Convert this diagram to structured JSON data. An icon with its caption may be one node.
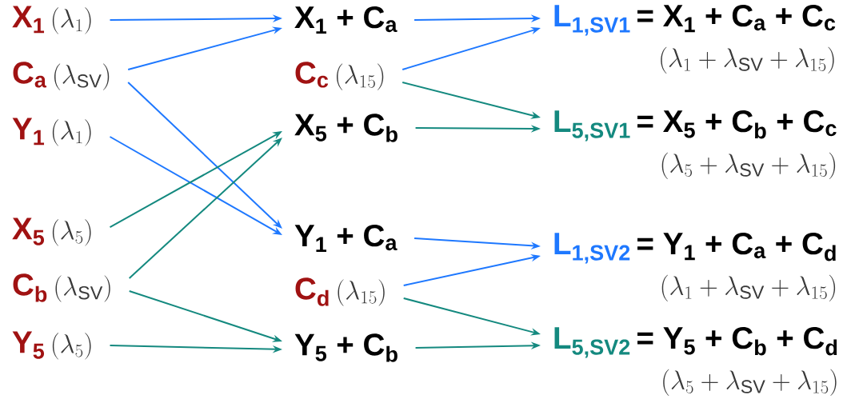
{
  "diagram": {
    "nodes": [
      {
        "text": [
          "X$_{1}$",
          "(\\lambda_{1})"
        ]
      },
      {
        "text": [
          "C$_{a}$",
          "(\\lambda_{\\mathrm{SV}})"
        ]
      },
      {
        "text": [
          "Y$_{1}$",
          "(\\lambda_{1})"
        ]
      },
      {
        "text": [
          "X$_{5}$",
          "(\\lambda_{5})"
        ]
      },
      {
        "text": [
          "C$_{b}$",
          "(\\lambda_{\\mathrm{SV}})"
        ]
      },
      {
        "text": [
          "Y$_{5}$",
          "(\\lambda_{5})"
        ]
      },
      {
        "text": [
          "X$_{1}$ + C$_{a}$"
        ]
      },
      {
        "text": [
          "C$_{c}$",
          "(\\lambda_{15})"
        ]
      },
      {
        "text": [
          "X$_{5}$ + C$_{b}$"
        ]
      },
      {
        "text": [
          "Y$_{1}$ + C$_{a}$"
        ]
      },
      {
        "text": [
          "C$_{d}$",
          "(\\lambda_{15})"
        ]
      },
      {
        "text": [
          "Y$_{5}$ + C$_{b}$"
        ]
      },
      {
        "text": [
          "L$_{1,SV1}$",
          "= X$_{1}$ + C$_{a}$ + C$_{c}$",
          "(\\lambda_{1}+\\lambda_{\\mathrm{SV}}+\\lambda_{15})"
        ]
      },
      {
        "text": [
          "L$_{5,SV1}$",
          "= X$_{5}$ + C$_{b}$ + C$_{c}$",
          "(\\lambda_{5}+\\lambda_{\\mathrm{SV}}+\\lambda_{15})"
        ]
      },
      {
        "text": [
          "L$_{1,SV2}$",
          "= Y$_{1}$ + C$_{a}$ + C$_{d}$",
          "(\\lambda_{1}+\\lambda_{\\mathrm{SV}}+\\lambda_{15})"
        ]
      },
      {
        "text": [
          "L$_{5,SV2}$",
          "= Y$_{5}$ + C$_{b}$ + C$_{d}$",
          "(\\lambda_{5}+\\lambda_{\\mathrm{SV}}+\\lambda_{15})"
        ]
      }
    ],
    "edges": [
      {
        "from": 0,
        "to": 6,
        "arrow": "to",
        "color": "#1e78ff"
      },
      {
        "from": 1,
        "to": 6,
        "arrow": "to",
        "color": "#1e78ff"
      },
      {
        "from": 1,
        "to": 9,
        "arrow": "to",
        "color": "#1e78ff"
      },
      {
        "from": 2,
        "to": 9,
        "arrow": "to",
        "color": "#1e78ff"
      },
      {
        "from": 3,
        "to": 8,
        "arrow": "to",
        "color": "#14897f"
      },
      {
        "from": 4,
        "to": 8,
        "arrow": "to",
        "color": "#14897f"
      },
      {
        "from": 4,
        "to": 11,
        "arrow": "to",
        "color": "#14897f"
      },
      {
        "from": 5,
        "to": 11,
        "arrow": "to",
        "color": "#14897f"
      },
      {
        "from": 6,
        "to": 12,
        "arrow": "to",
        "color": "#1e78ff"
      },
      {
        "from": 7,
        "to": 12,
        "arrow": "to",
        "color": "#1e78ff"
      },
      {
        "from": 7,
        "to": 13,
        "arrow": "to",
        "color": "#14897f"
      },
      {
        "from": 8,
        "to": 13,
        "arrow": "to",
        "color": "#14897f"
      },
      {
        "from": 9,
        "to": 14,
        "arrow": "to",
        "color": "#1e78ff"
      },
      {
        "from": 10,
        "to": 14,
        "arrow": "to",
        "color": "#1e78ff"
      },
      {
        "from": 10,
        "to": 15,
        "arrow": "to",
        "color": "#14897f"
      },
      {
        "from": 11,
        "to": 15,
        "arrow": "to",
        "color": "#14897f"
      }
    ]
  }
}
